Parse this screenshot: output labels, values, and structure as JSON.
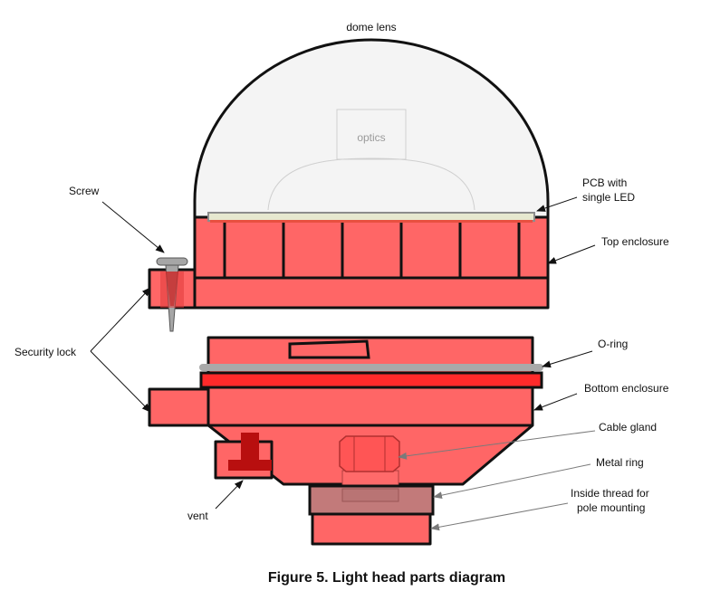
{
  "colors": {
    "enclosure": "#ff6666",
    "enclosure_dark_line": "#111111",
    "oring": "#ff2a2a",
    "oring_band": "#a9a9a9",
    "dome_fill": "#f4f4f4",
    "metal_ring": "#c27a7a",
    "vent": "#b80f0f",
    "screw": "#a6a6a6",
    "pcb": "#e6e8cf"
  },
  "labels": {
    "dome_lens": "dome lens",
    "optics": "optics",
    "pcb_line1": "PCB with",
    "pcb_line2": "single LED",
    "screw": "Screw",
    "top_enclosure": "Top enclosure",
    "security_lock": "Security lock",
    "o_ring": "O-ring",
    "bottom_enclosure": "Bottom enclosure",
    "cable_gland": "Cable gland",
    "metal_ring": "Metal ring",
    "vent": "vent",
    "thread_line1": "Inside thread for",
    "thread_line2": "pole mounting"
  },
  "caption": "Figure 5. Light head parts diagram"
}
